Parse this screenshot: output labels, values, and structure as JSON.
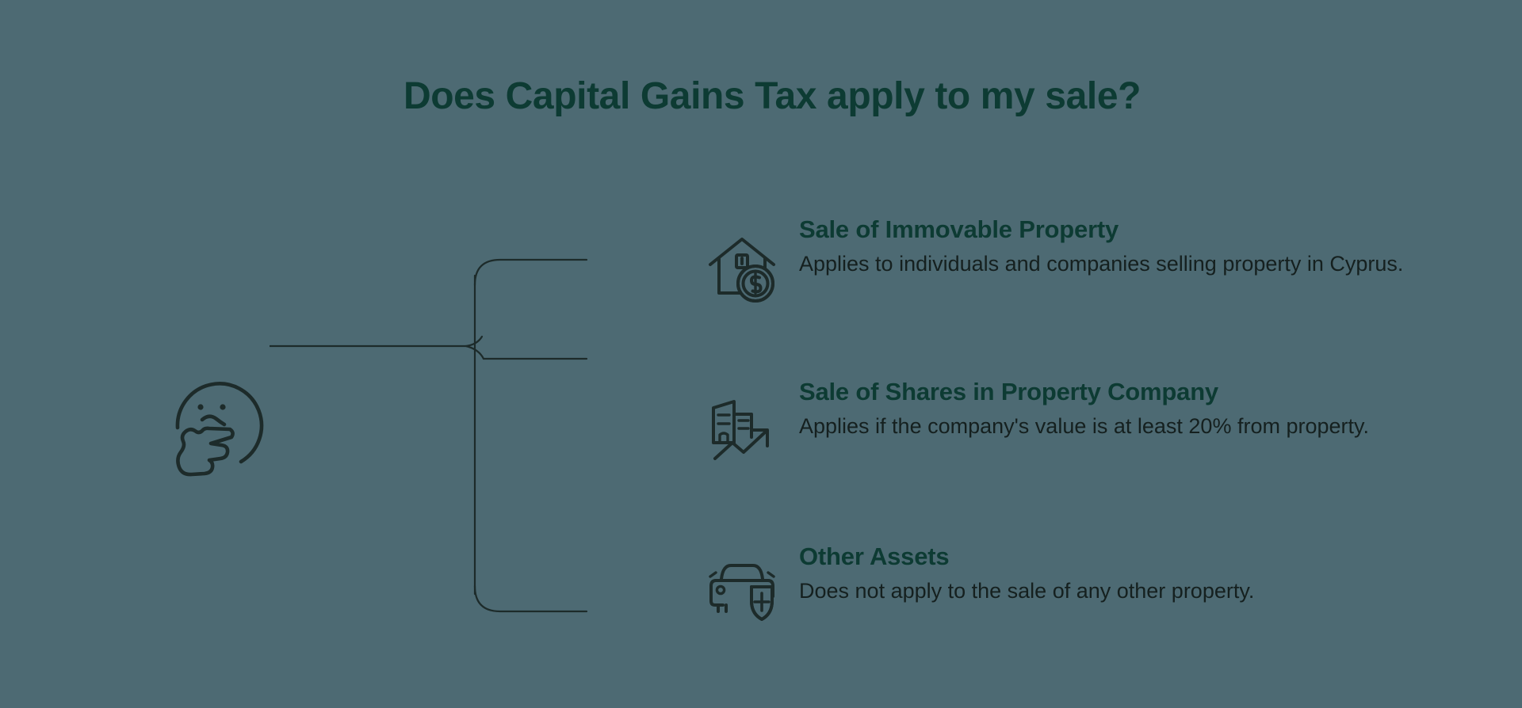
{
  "page": {
    "background_color": "#4d6a73",
    "heading_color": "#0d3b33",
    "body_color": "#15201f",
    "line_color": "#1d2b2a"
  },
  "title": "Does Capital Gains Tax apply to my sale?",
  "central_icon": "thinking-face-icon",
  "branches": [
    {
      "icon": "house-with-dollar-coin-icon",
      "heading": "Sale of Immovable Property",
      "body": "Applies to individuals and companies selling property in Cyprus."
    },
    {
      "icon": "buildings-with-growth-arrow-icon",
      "heading": "Sale of Shares in Property Company",
      "body": "Applies if the company's value is at least 20% from property."
    },
    {
      "icon": "car-with-shield-plus-icon",
      "heading": "Other Assets",
      "body": "Does not apply to the sale of any other property."
    }
  ]
}
